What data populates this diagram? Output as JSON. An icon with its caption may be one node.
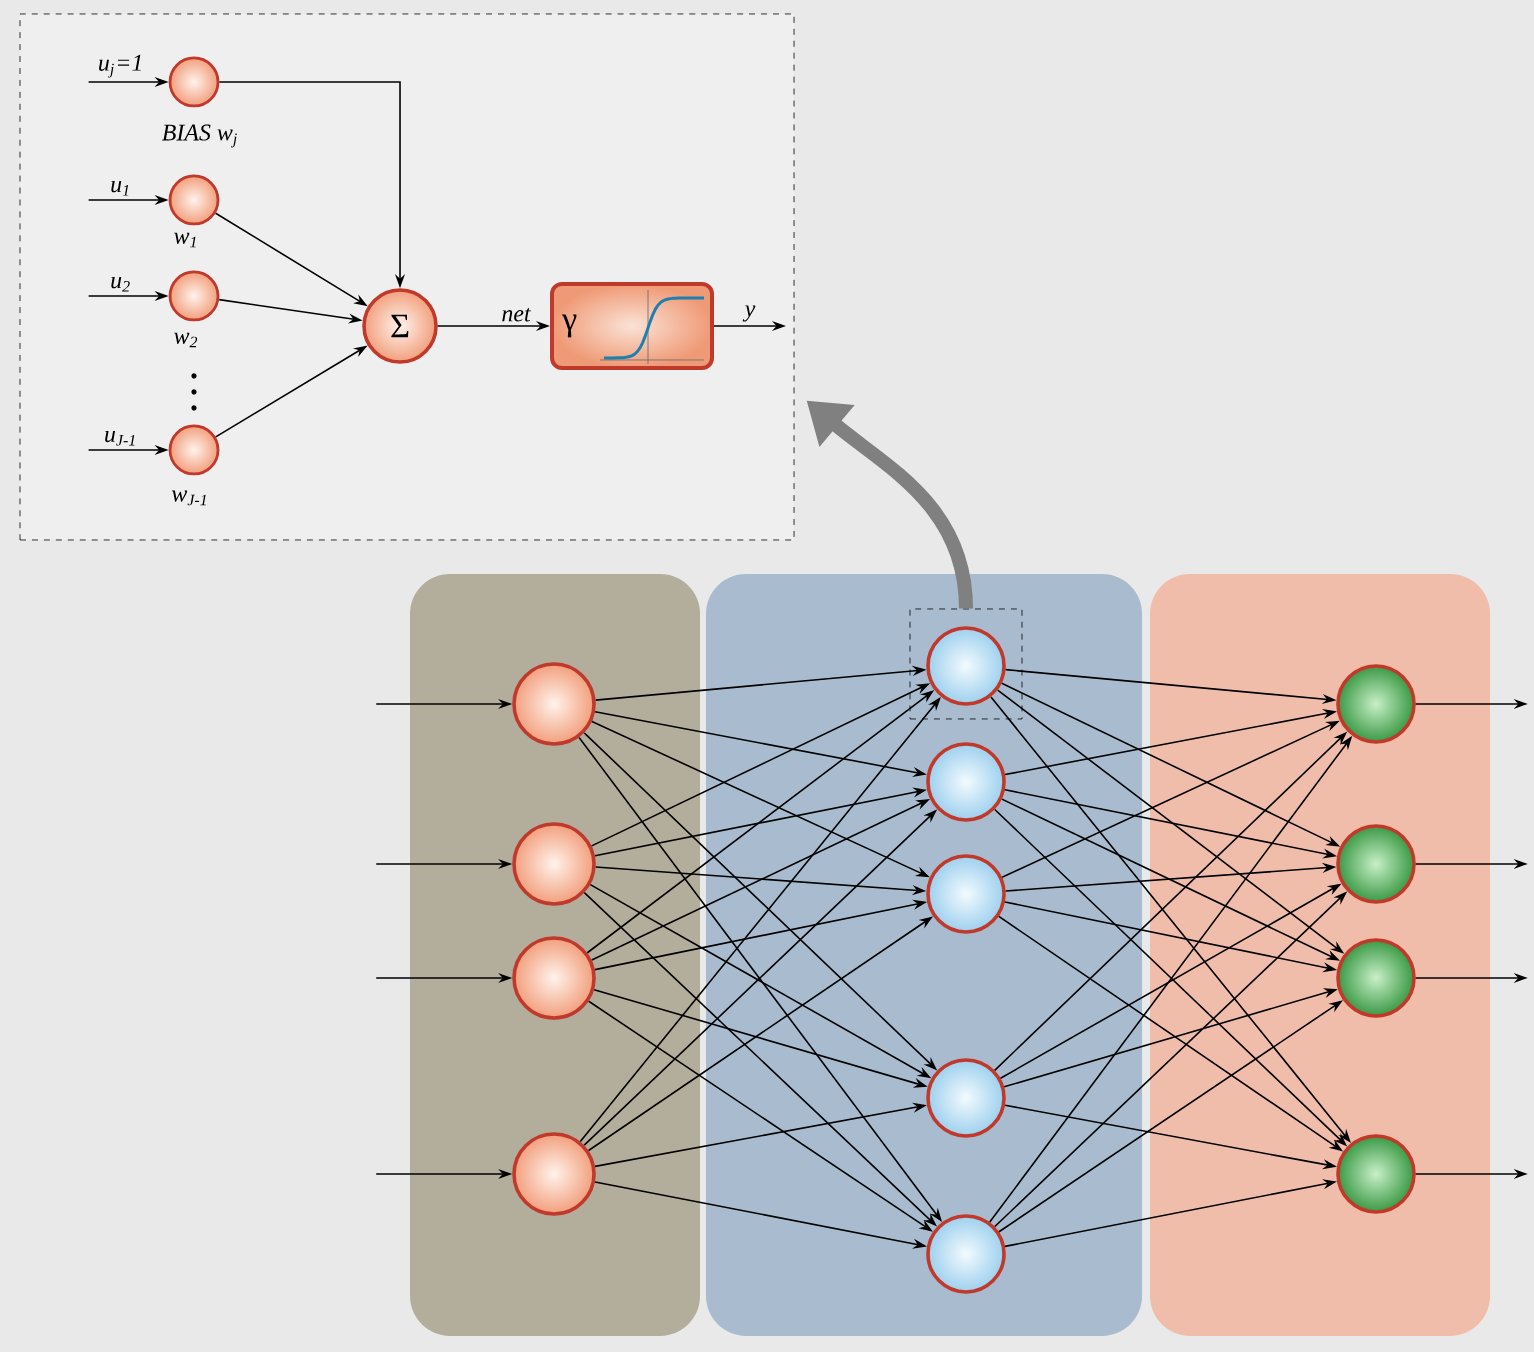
{
  "diagram": {
    "nodes": [
      {
        "text": [],
        "shape": "box"
      },
      {
        "text": [],
        "shape": "circle",
        "in": 0,
        "beside": [
          "BIAS w$_{j}$"
        ]
      },
      {
        "text": [],
        "shape": "circle",
        "in": 0,
        "beside": [
          "w$_{1}$"
        ]
      },
      {
        "text": [],
        "shape": "circle",
        "in": 0,
        "beside": [
          "w$_{2}$"
        ]
      },
      {
        "text": [],
        "shape": "circle",
        "in": 0,
        "beside": [
          "w$_{J-1}$"
        ]
      },
      {
        "text": [
          "Σ"
        ],
        "in": 0
      },
      {
        "text": [
          "γ"
        ],
        "in": 0
      },
      {
        "text": [],
        "shape": "box"
      },
      {
        "text": [],
        "shape": "box"
      },
      {
        "text": [],
        "shape": "box"
      },
      {
        "text": [],
        "shape": "circle",
        "in": 7
      },
      {
        "text": [],
        "shape": "circle",
        "in": 7
      },
      {
        "text": [],
        "shape": "circle",
        "in": 7
      },
      {
        "text": [],
        "shape": "circle",
        "in": 7
      },
      {
        "text": [],
        "shape": "box",
        "in": 8
      },
      {
        "text": [],
        "shape": "circle",
        "in": 14
      },
      {
        "text": [],
        "shape": "circle",
        "in": 8
      },
      {
        "text": [],
        "shape": "circle",
        "in": 8
      },
      {
        "text": [],
        "shape": "circle",
        "in": 8
      },
      {
        "text": [],
        "shape": "circle",
        "in": 8
      },
      {
        "text": [],
        "shape": "circle",
        "in": 9
      },
      {
        "text": [],
        "shape": "circle",
        "in": 9
      },
      {
        "text": [],
        "shape": "circle",
        "in": 9
      },
      {
        "text": [],
        "shape": "circle",
        "in": 9
      }
    ],
    "edges": [
      {
        "from": null,
        "to": 1,
        "arrow": "to",
        "label": "u$_{j}$=1"
      },
      {
        "from": null,
        "to": 2,
        "arrow": "to",
        "label": "u$_{1}$"
      },
      {
        "from": null,
        "to": 3,
        "arrow": "to",
        "label": "u$_{2}$"
      },
      {
        "from": null,
        "to": 4,
        "arrow": "to",
        "label": "u$_{J-1}$"
      },
      {
        "from": 1,
        "to": 5,
        "arrow": "to"
      },
      {
        "from": 2,
        "to": 5,
        "arrow": "to"
      },
      {
        "from": 3,
        "to": 5,
        "arrow": "to"
      },
      {
        "from": 4,
        "to": 5,
        "arrow": "to"
      },
      {
        "from": 5,
        "to": 6,
        "arrow": "to",
        "label": "net"
      },
      {
        "from": 6,
        "to": null,
        "arrow": "to",
        "label": "y"
      },
      {
        "from": 14,
        "to": 0,
        "arrow": "to",
        "style": "thick",
        "color": "#808080"
      },
      {
        "from": null,
        "to": 10,
        "arrow": "to"
      },
      {
        "from": null,
        "to": 11,
        "arrow": "to"
      },
      {
        "from": null,
        "to": 12,
        "arrow": "to"
      },
      {
        "from": null,
        "to": 13,
        "arrow": "to"
      },
      {
        "from": 10,
        "to": 15,
        "arrow": "to"
      },
      {
        "from": 10,
        "to": 16,
        "arrow": "to"
      },
      {
        "from": 10,
        "to": 17,
        "arrow": "to"
      },
      {
        "from": 10,
        "to": 18,
        "arrow": "to"
      },
      {
        "from": 10,
        "to": 19,
        "arrow": "to"
      },
      {
        "from": 11,
        "to": 15,
        "arrow": "to"
      },
      {
        "from": 11,
        "to": 16,
        "arrow": "to"
      },
      {
        "from": 11,
        "to": 17,
        "arrow": "to"
      },
      {
        "from": 11,
        "to": 18,
        "arrow": "to"
      },
      {
        "from": 11,
        "to": 19,
        "arrow": "to"
      },
      {
        "from": 12,
        "to": 15,
        "arrow": "to"
      },
      {
        "from": 12,
        "to": 16,
        "arrow": "to"
      },
      {
        "from": 12,
        "to": 17,
        "arrow": "to"
      },
      {
        "from": 12,
        "to": 18,
        "arrow": "to"
      },
      {
        "from": 12,
        "to": 19,
        "arrow": "to"
      },
      {
        "from": 13,
        "to": 15,
        "arrow": "to"
      },
      {
        "from": 13,
        "to": 16,
        "arrow": "to"
      },
      {
        "from": 13,
        "to": 17,
        "arrow": "to"
      },
      {
        "from": 13,
        "to": 18,
        "arrow": "to"
      },
      {
        "from": 13,
        "to": 19,
        "arrow": "to"
      },
      {
        "from": 15,
        "to": 20,
        "arrow": "to"
      },
      {
        "from": 15,
        "to": 21,
        "arrow": "to"
      },
      {
        "from": 15,
        "to": 22,
        "arrow": "to"
      },
      {
        "from": 15,
        "to": 23,
        "arrow": "to"
      },
      {
        "from": 16,
        "to": 20,
        "arrow": "to"
      },
      {
        "from": 16,
        "to": 21,
        "arrow": "to"
      },
      {
        "from": 16,
        "to": 22,
        "arrow": "to"
      },
      {
        "from": 16,
        "to": 23,
        "arrow": "to"
      },
      {
        "from": 17,
        "to": 20,
        "arrow": "to"
      },
      {
        "from": 17,
        "to": 21,
        "arrow": "to"
      },
      {
        "from": 17,
        "to": 22,
        "arrow": "to"
      },
      {
        "from": 17,
        "to": 23,
        "arrow": "to"
      },
      {
        "from": 18,
        "to": 20,
        "arrow": "to"
      },
      {
        "from": 18,
        "to": 21,
        "arrow": "to"
      },
      {
        "from": 18,
        "to": 22,
        "arrow": "to"
      },
      {
        "from": 18,
        "to": 23,
        "arrow": "to"
      },
      {
        "from": 19,
        "to": 20,
        "arrow": "to"
      },
      {
        "from": 19,
        "to": 21,
        "arrow": "to"
      },
      {
        "from": 19,
        "to": 22,
        "arrow": "to"
      },
      {
        "from": 19,
        "to": 23,
        "arrow": "to"
      },
      {
        "from": 20,
        "to": null,
        "arrow": "to"
      },
      {
        "from": 21,
        "to": null,
        "arrow": "to"
      },
      {
        "from": 22,
        "to": null,
        "arrow": "to"
      },
      {
        "from": 23,
        "to": null,
        "arrow": "to"
      }
    ]
  }
}
